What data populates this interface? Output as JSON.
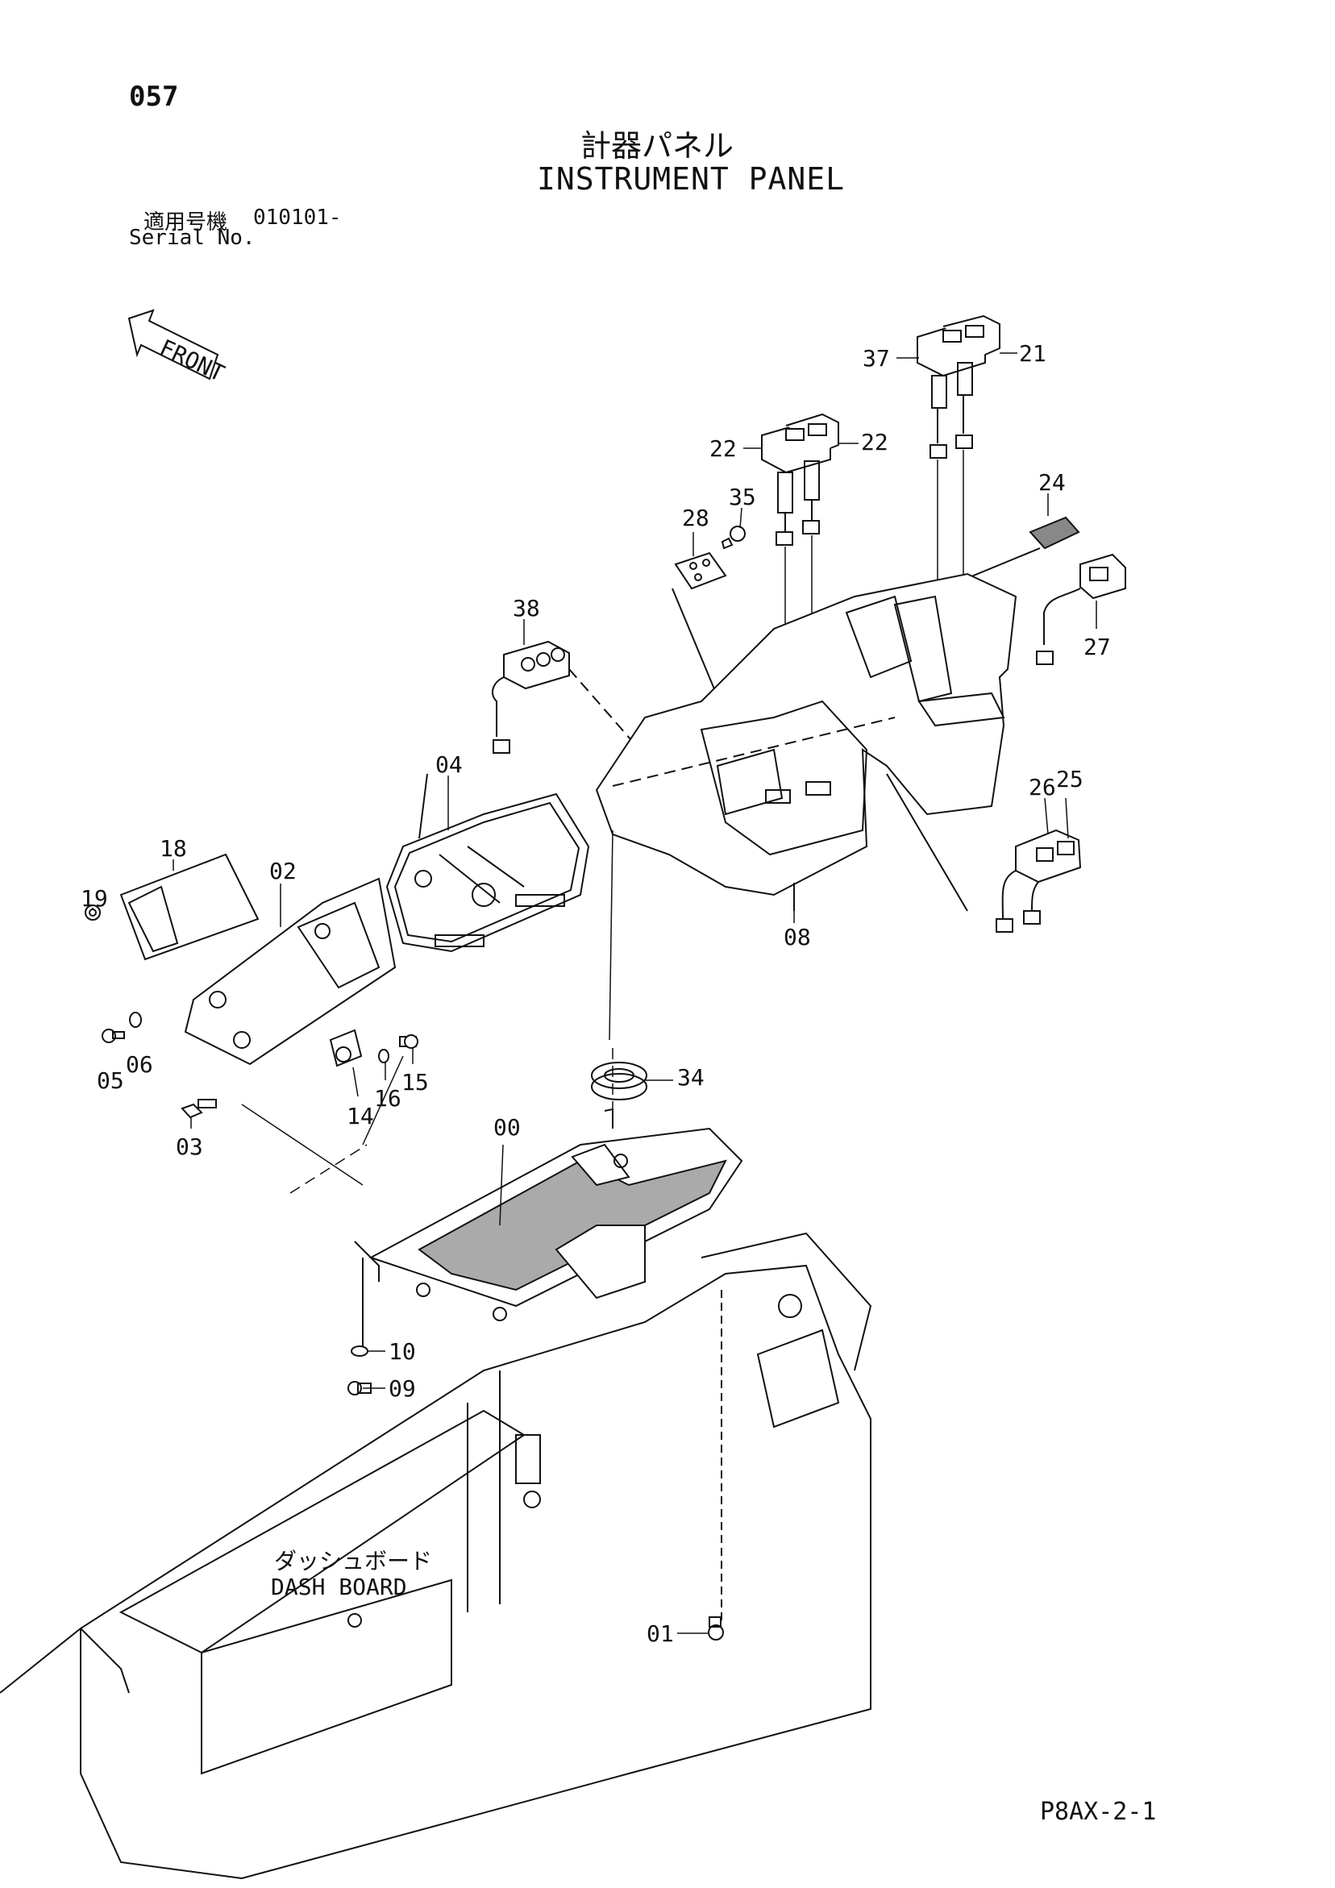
{
  "header": {
    "page_number": "057",
    "title_jp": "計器パネル",
    "title_en": "INSTRUMENT PANEL",
    "serial_label_jp": "適用号機",
    "serial_value": "010101-",
    "serial_label_en": "Serial No."
  },
  "front_label": "FRONT",
  "dash_board": {
    "label_jp": "ダッシュボード",
    "label_en": "DASH BOARD"
  },
  "callouts": [
    {
      "id": "c37",
      "text": "37"
    },
    {
      "id": "c21",
      "text": "21"
    },
    {
      "id": "c22a",
      "text": "22"
    },
    {
      "id": "c22b",
      "text": "22"
    },
    {
      "id": "c35",
      "text": "35"
    },
    {
      "id": "c28",
      "text": "28"
    },
    {
      "id": "c24",
      "text": "24"
    },
    {
      "id": "c27",
      "text": "27"
    },
    {
      "id": "c38",
      "text": "38"
    },
    {
      "id": "c04",
      "text": "04"
    },
    {
      "id": "c18",
      "text": "18"
    },
    {
      "id": "c02",
      "text": "02"
    },
    {
      "id": "c19",
      "text": "19"
    },
    {
      "id": "c26",
      "text": "26"
    },
    {
      "id": "c25",
      "text": "25"
    },
    {
      "id": "c08",
      "text": "08"
    },
    {
      "id": "c05",
      "text": "05"
    },
    {
      "id": "c06",
      "text": "06"
    },
    {
      "id": "c14",
      "text": "14"
    },
    {
      "id": "c16",
      "text": "16"
    },
    {
      "id": "c15",
      "text": "15"
    },
    {
      "id": "c03",
      "text": "03"
    },
    {
      "id": "c34",
      "text": "34"
    },
    {
      "id": "c00",
      "text": "00"
    },
    {
      "id": "c10",
      "text": "10"
    },
    {
      "id": "c09",
      "text": "09"
    },
    {
      "id": "c01",
      "text": "01"
    }
  ],
  "footer": {
    "code": "P8AX-2-1"
  }
}
